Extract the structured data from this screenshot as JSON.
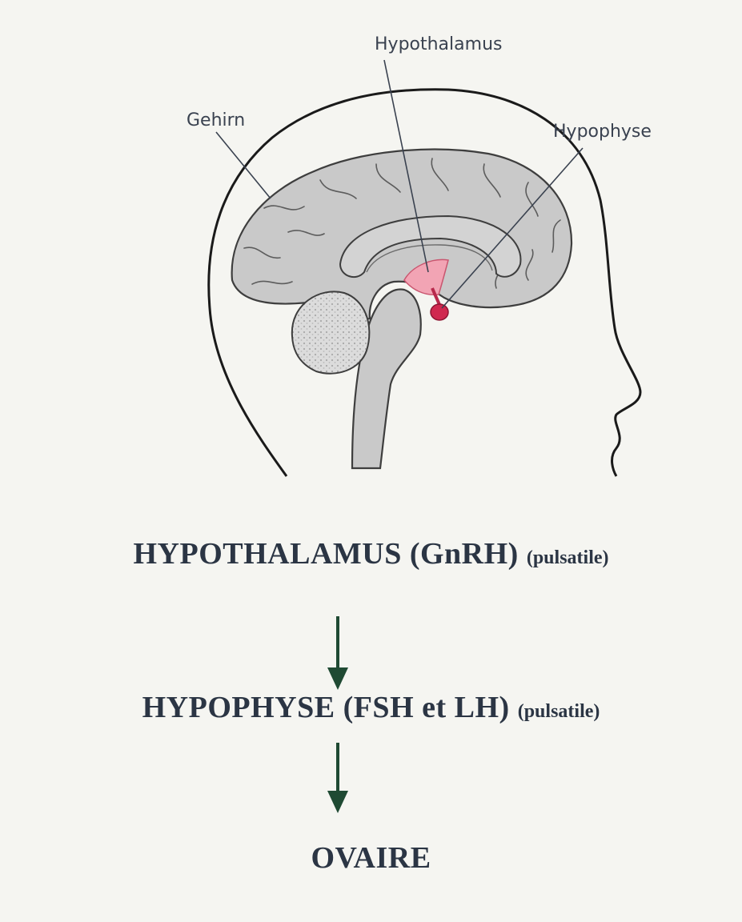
{
  "illustration": {
    "labels": {
      "brain": "Gehirn",
      "hypothalamus": "Hypothalamus",
      "pituitary": "Hypophyse"
    },
    "colors": {
      "brain_fill": "#c9c9c9",
      "hypothalamus_fill": "#f2a4b4",
      "pituitary_fill": "#d0284f",
      "outline": "#1a1a1a"
    }
  },
  "flow": {
    "step1": {
      "main": "HYPOTHALAMUS (GnRH)",
      "note": "(pulsatile)"
    },
    "step2": {
      "main": "HYPOPHYSE (FSH et LH)",
      "note": "(pulsatile)"
    },
    "step3": {
      "main": "OVAIRE"
    },
    "arrow_color": "#1f4a33",
    "text_color": "#2b3544"
  }
}
